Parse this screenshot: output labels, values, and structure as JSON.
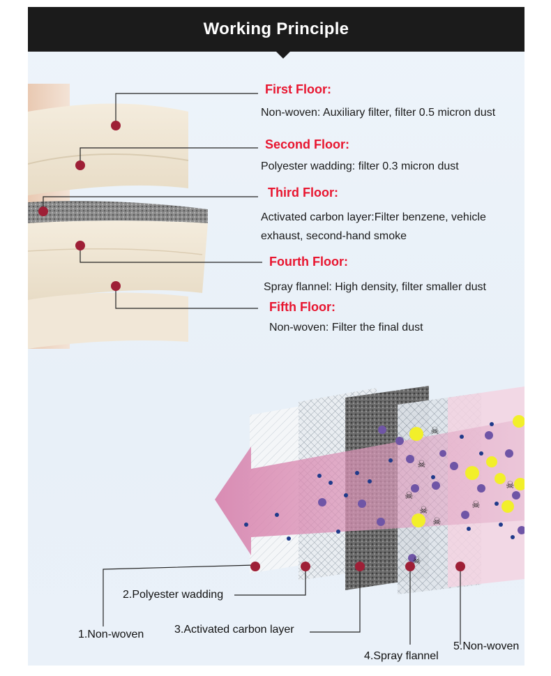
{
  "header": {
    "title": "Working Principle"
  },
  "floors": [
    {
      "title": "First Floor:",
      "description": [
        "Non-woven: Auxiliary filter, filter 0.5 micron dust"
      ]
    },
    {
      "title": "Second Floor:",
      "description": [
        "Polyester wadding: filter 0.3 micron dust"
      ]
    },
    {
      "title": "Third Floor:",
      "description": [
        "Activated carbon layer:Filter benzene, vehicle",
        "exhaust, second-hand smoke"
      ]
    },
    {
      "title": "Fourth Floor:",
      "description": [
        "Spray flannel: High density, filter smaller dust"
      ]
    },
    {
      "title": "Fifth Floor:",
      "description": [
        "Non-woven: Filter the final dust"
      ]
    }
  ],
  "layers": [
    {
      "label": "1.Non-woven"
    },
    {
      "label": "2.Polyester wadding"
    },
    {
      "label": "3.Activated carbon layer"
    },
    {
      "label": "4.Spray flannel"
    },
    {
      "label": "5.Non-woven"
    }
  ],
  "colors": {
    "header_bg": "#1b1b1b",
    "floor_title": "#e8152f",
    "marker": "#9e1f36",
    "airflow": "#d98bb0",
    "particle_yellow": "#f2ef2a",
    "particle_purple": "#6f55a6",
    "particle_navy": "#1f3a8a"
  }
}
